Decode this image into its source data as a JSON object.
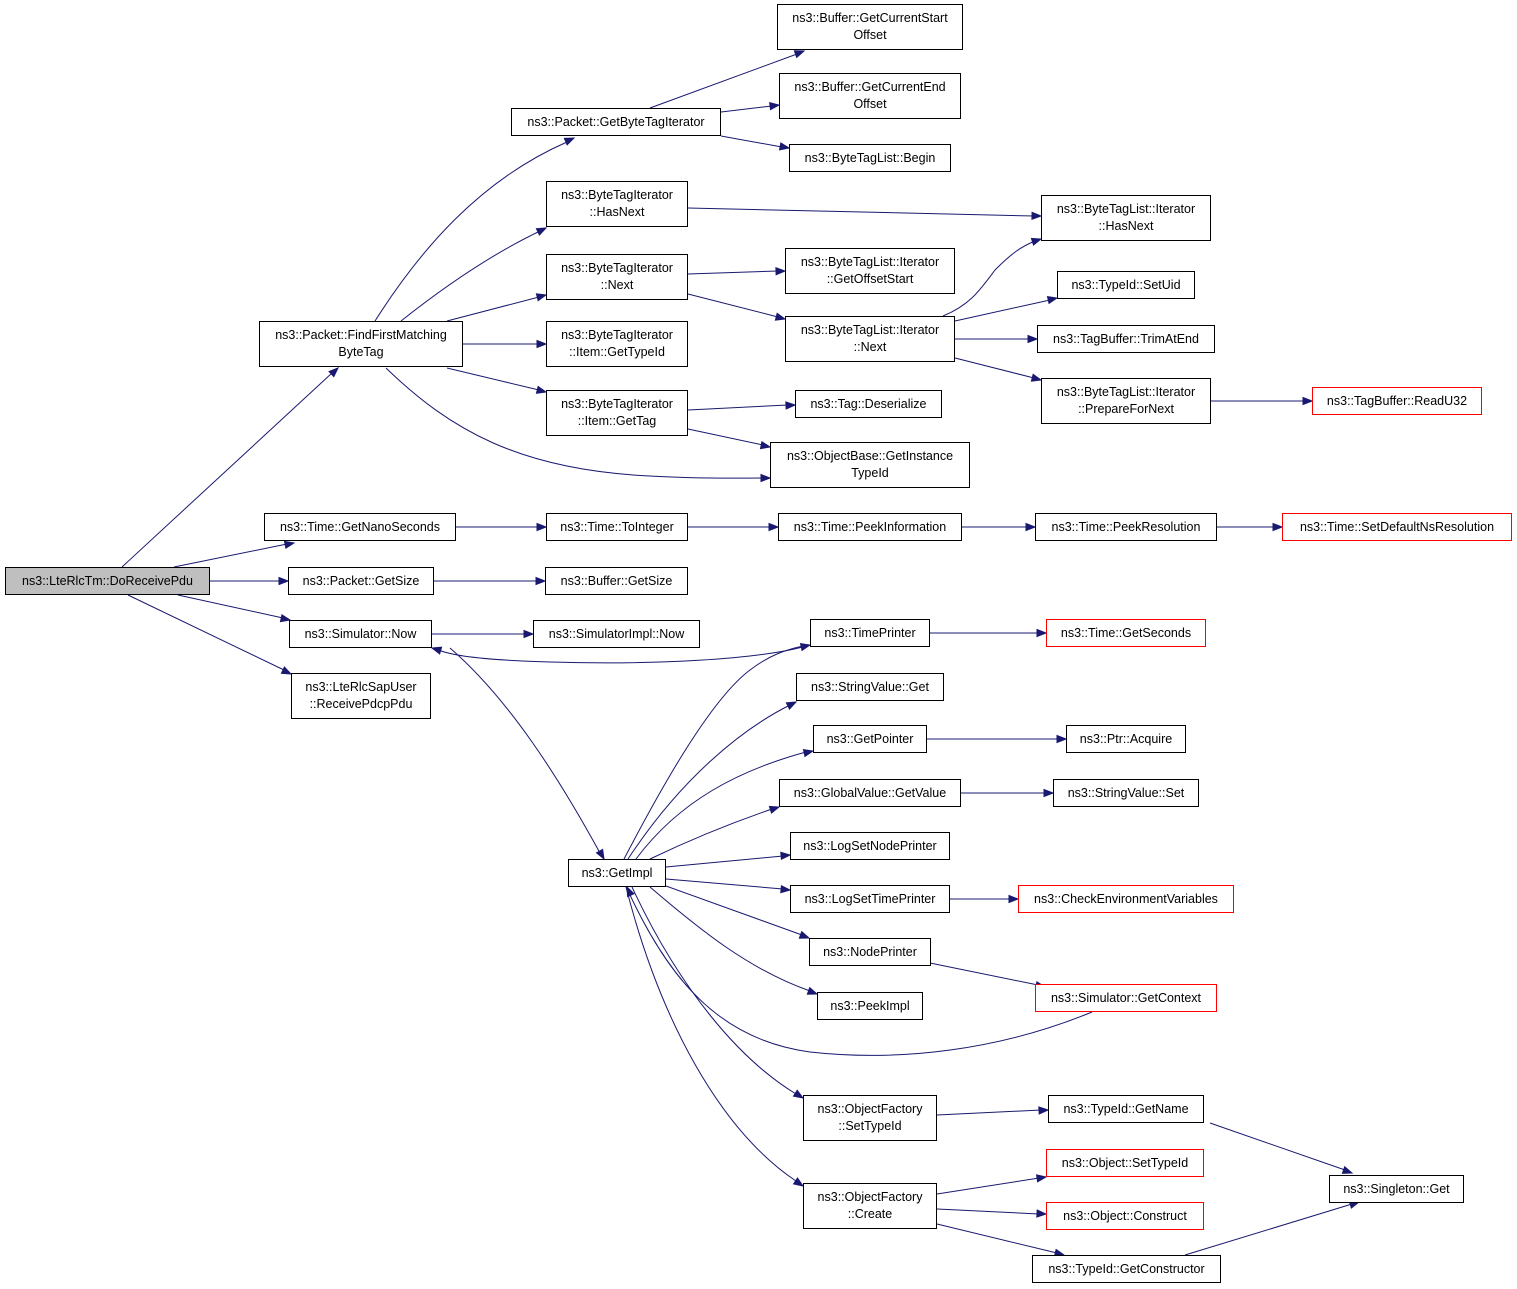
{
  "graph": {
    "edge_color": "#191970",
    "root_fill": "#bfbfbf",
    "truncated_border": "#ff0000",
    "nodes": [
      {
        "id": "n_doreceivepdu",
        "lines": [
          "ns3::LteRlcTm::DoReceivePdu"
        ],
        "style": "root"
      },
      {
        "id": "n_findfirstmatching",
        "lines": [
          "ns3::Packet::FindFirstMatching",
          "ByteTag"
        ],
        "style": "normal"
      },
      {
        "id": "n_getnanoseconds",
        "lines": [
          "ns3::Time::GetNanoSeconds"
        ],
        "style": "normal"
      },
      {
        "id": "n_packet_getsize",
        "lines": [
          "ns3::Packet::GetSize"
        ],
        "style": "normal"
      },
      {
        "id": "n_sim_now",
        "lines": [
          "ns3::Simulator::Now"
        ],
        "style": "normal"
      },
      {
        "id": "n_receivepdcppdu",
        "lines": [
          "ns3::LteRlcSapUser",
          "::ReceivePdcpPdu"
        ],
        "style": "normal"
      },
      {
        "id": "n_getbytetagiterator",
        "lines": [
          "ns3::Packet::GetByteTagIterator"
        ],
        "style": "normal"
      },
      {
        "id": "n_bti_hasnext",
        "lines": [
          "ns3::ByteTagIterator",
          "::HasNext"
        ],
        "style": "normal"
      },
      {
        "id": "n_bti_next",
        "lines": [
          "ns3::ByteTagIterator",
          "::Next"
        ],
        "style": "normal"
      },
      {
        "id": "n_bti_item_gettypeid",
        "lines": [
          "ns3::ByteTagIterator",
          "::Item::GetTypeId"
        ],
        "style": "normal"
      },
      {
        "id": "n_bti_item_gettag",
        "lines": [
          "ns3::ByteTagIterator",
          "::Item::GetTag"
        ],
        "style": "normal"
      },
      {
        "id": "n_buf_getcurrentstart",
        "lines": [
          "ns3::Buffer::GetCurrentStart",
          "Offset"
        ],
        "style": "normal"
      },
      {
        "id": "n_buf_getcurrentend",
        "lines": [
          "ns3::Buffer::GetCurrentEnd",
          "Offset"
        ],
        "style": "normal"
      },
      {
        "id": "n_btl_begin",
        "lines": [
          "ns3::ByteTagList::Begin"
        ],
        "style": "normal"
      },
      {
        "id": "n_btli_hasnext",
        "lines": [
          "ns3::ByteTagList::Iterator",
          "::HasNext"
        ],
        "style": "normal"
      },
      {
        "id": "n_btli_getoffsetstart",
        "lines": [
          "ns3::ByteTagList::Iterator",
          "::GetOffsetStart"
        ],
        "style": "normal"
      },
      {
        "id": "n_btli_next",
        "lines": [
          "ns3::ByteTagList::Iterator",
          "::Next"
        ],
        "style": "normal"
      },
      {
        "id": "n_typeid_setuid",
        "lines": [
          "ns3::TypeId::SetUid"
        ],
        "style": "normal"
      },
      {
        "id": "n_tagbuffer_trimatend",
        "lines": [
          "ns3::TagBuffer::TrimAtEnd"
        ],
        "style": "normal"
      },
      {
        "id": "n_btli_preparefornext",
        "lines": [
          "ns3::ByteTagList::Iterator",
          "::PrepareForNext"
        ],
        "style": "normal"
      },
      {
        "id": "n_tagbuffer_readu32",
        "lines": [
          "ns3::TagBuffer::ReadU32"
        ],
        "style": "truncated"
      },
      {
        "id": "n_tag_deserialize",
        "lines": [
          "ns3::Tag::Deserialize"
        ],
        "style": "normal"
      },
      {
        "id": "n_getinstancetypeid",
        "lines": [
          "ns3::ObjectBase::GetInstance",
          "TypeId"
        ],
        "style": "normal"
      },
      {
        "id": "n_time_tointeger",
        "lines": [
          "ns3::Time::ToInteger"
        ],
        "style": "normal"
      },
      {
        "id": "n_time_peekinformation",
        "lines": [
          "ns3::Time::PeekInformation"
        ],
        "style": "normal"
      },
      {
        "id": "n_time_peekresolution",
        "lines": [
          "ns3::Time::PeekResolution"
        ],
        "style": "normal"
      },
      {
        "id": "n_time_setdefaultnsresolution",
        "lines": [
          "ns3::Time::SetDefaultNsResolution"
        ],
        "style": "truncated"
      },
      {
        "id": "n_buffer_getsize",
        "lines": [
          "ns3::Buffer::GetSize"
        ],
        "style": "normal"
      },
      {
        "id": "n_simimpl_now",
        "lines": [
          "ns3::SimulatorImpl::Now"
        ],
        "style": "normal"
      },
      {
        "id": "n_timeprinter",
        "lines": [
          "ns3::TimePrinter"
        ],
        "style": "normal"
      },
      {
        "id": "n_time_getseconds",
        "lines": [
          "ns3::Time::GetSeconds"
        ],
        "style": "truncated"
      },
      {
        "id": "n_stringvalue_get",
        "lines": [
          "ns3::StringValue::Get"
        ],
        "style": "normal"
      },
      {
        "id": "n_getpointer",
        "lines": [
          "ns3::GetPointer"
        ],
        "style": "normal"
      },
      {
        "id": "n_ptr_acquire",
        "lines": [
          "ns3::Ptr::Acquire"
        ],
        "style": "normal"
      },
      {
        "id": "n_globalvalue_getvalue",
        "lines": [
          "ns3::GlobalValue::GetValue"
        ],
        "style": "normal"
      },
      {
        "id": "n_stringvalue_set",
        "lines": [
          "ns3::StringValue::Set"
        ],
        "style": "normal"
      },
      {
        "id": "n_getimpl",
        "lines": [
          "ns3::GetImpl"
        ],
        "style": "normal"
      },
      {
        "id": "n_logsetnodeprinter",
        "lines": [
          "ns3::LogSetNodePrinter"
        ],
        "style": "normal"
      },
      {
        "id": "n_logsettimeprinter",
        "lines": [
          "ns3::LogSetTimePrinter"
        ],
        "style": "normal"
      },
      {
        "id": "n_checkenvvars",
        "lines": [
          "ns3::CheckEnvironmentVariables"
        ],
        "style": "truncated"
      },
      {
        "id": "n_nodeprinter",
        "lines": [
          "ns3::NodePrinter"
        ],
        "style": "normal"
      },
      {
        "id": "n_sim_getcontext",
        "lines": [
          "ns3::Simulator::GetContext"
        ],
        "style": "truncated"
      },
      {
        "id": "n_peekimpl",
        "lines": [
          "ns3::PeekImpl"
        ],
        "style": "normal"
      },
      {
        "id": "n_of_settypeid",
        "lines": [
          "ns3::ObjectFactory",
          "::SetTypeId"
        ],
        "style": "normal"
      },
      {
        "id": "n_typeid_getname",
        "lines": [
          "ns3::TypeId::GetName"
        ],
        "style": "normal"
      },
      {
        "id": "n_of_create",
        "lines": [
          "ns3::ObjectFactory",
          "::Create"
        ],
        "style": "normal"
      },
      {
        "id": "n_object_settypeid",
        "lines": [
          "ns3::Object::SetTypeId"
        ],
        "style": "truncated"
      },
      {
        "id": "n_object_construct",
        "lines": [
          "ns3::Object::Construct"
        ],
        "style": "truncated"
      },
      {
        "id": "n_typeid_getconstructor",
        "lines": [
          "ns3::TypeId::GetConstructor"
        ],
        "style": "normal"
      },
      {
        "id": "n_singleton_get",
        "lines": [
          "ns3::Singleton::Get"
        ],
        "style": "normal"
      }
    ],
    "edges": [
      [
        "n_doreceivepdu",
        "n_findfirstmatching"
      ],
      [
        "n_doreceivepdu",
        "n_getnanoseconds"
      ],
      [
        "n_doreceivepdu",
        "n_packet_getsize"
      ],
      [
        "n_doreceivepdu",
        "n_sim_now"
      ],
      [
        "n_doreceivepdu",
        "n_receivepdcppdu"
      ],
      [
        "n_findfirstmatching",
        "n_getbytetagiterator"
      ],
      [
        "n_findfirstmatching",
        "n_bti_hasnext"
      ],
      [
        "n_findfirstmatching",
        "n_bti_next"
      ],
      [
        "n_findfirstmatching",
        "n_bti_item_gettypeid"
      ],
      [
        "n_findfirstmatching",
        "n_bti_item_gettag"
      ],
      [
        "n_findfirstmatching",
        "n_getinstancetypeid"
      ],
      [
        "n_getbytetagiterator",
        "n_buf_getcurrentstart"
      ],
      [
        "n_getbytetagiterator",
        "n_buf_getcurrentend"
      ],
      [
        "n_getbytetagiterator",
        "n_btl_begin"
      ],
      [
        "n_bti_hasnext",
        "n_btli_hasnext"
      ],
      [
        "n_bti_next",
        "n_btli_getoffsetstart"
      ],
      [
        "n_bti_next",
        "n_btli_next"
      ],
      [
        "n_btli_next",
        "n_btli_hasnext"
      ],
      [
        "n_btli_next",
        "n_typeid_setuid"
      ],
      [
        "n_btli_next",
        "n_tagbuffer_trimatend"
      ],
      [
        "n_btli_next",
        "n_btli_preparefornext"
      ],
      [
        "n_btli_preparefornext",
        "n_tagbuffer_readu32"
      ],
      [
        "n_bti_item_gettag",
        "n_tag_deserialize"
      ],
      [
        "n_bti_item_gettag",
        "n_getinstancetypeid"
      ],
      [
        "n_getnanoseconds",
        "n_time_tointeger"
      ],
      [
        "n_time_tointeger",
        "n_time_peekinformation"
      ],
      [
        "n_time_peekinformation",
        "n_time_peekresolution"
      ],
      [
        "n_time_peekresolution",
        "n_time_setdefaultnsresolution"
      ],
      [
        "n_packet_getsize",
        "n_buffer_getsize"
      ],
      [
        "n_sim_now",
        "n_simimpl_now"
      ],
      [
        "n_sim_now",
        "n_getimpl"
      ],
      [
        "n_timeprinter",
        "n_sim_now"
      ],
      [
        "n_timeprinter",
        "n_time_getseconds"
      ],
      [
        "n_getimpl",
        "n_timeprinter"
      ],
      [
        "n_getimpl",
        "n_stringvalue_get"
      ],
      [
        "n_getimpl",
        "n_getpointer"
      ],
      [
        "n_getimpl",
        "n_globalvalue_getvalue"
      ],
      [
        "n_getimpl",
        "n_logsetnodeprinter"
      ],
      [
        "n_getimpl",
        "n_logsettimeprinter"
      ],
      [
        "n_getimpl",
        "n_nodeprinter"
      ],
      [
        "n_getimpl",
        "n_peekimpl"
      ],
      [
        "n_getimpl",
        "n_of_settypeid"
      ],
      [
        "n_getimpl",
        "n_of_create"
      ],
      [
        "n_getpointer",
        "n_ptr_acquire"
      ],
      [
        "n_globalvalue_getvalue",
        "n_stringvalue_set"
      ],
      [
        "n_logsettimeprinter",
        "n_checkenvvars"
      ],
      [
        "n_nodeprinter",
        "n_sim_getcontext"
      ],
      [
        "n_sim_getcontext",
        "n_getimpl"
      ],
      [
        "n_of_settypeid",
        "n_typeid_getname"
      ],
      [
        "n_typeid_getname",
        "n_singleton_get"
      ],
      [
        "n_of_create",
        "n_object_settypeid"
      ],
      [
        "n_of_create",
        "n_object_construct"
      ],
      [
        "n_of_create",
        "n_typeid_getconstructor"
      ],
      [
        "n_typeid_getconstructor",
        "n_singleton_get"
      ]
    ]
  }
}
